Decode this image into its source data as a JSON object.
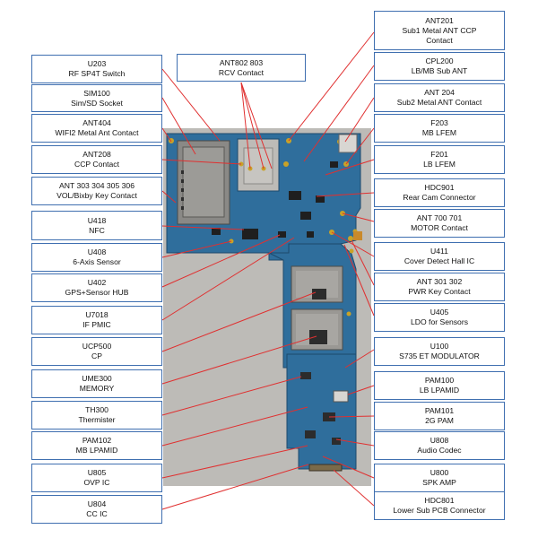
{
  "callouts": [
    {
      "id": "u203",
      "line1": "U203",
      "line2": "RF SP4T Switch"
    },
    {
      "id": "sim100",
      "line1": "SIM100",
      "line2": "Sim/SD Socket"
    },
    {
      "id": "ant404",
      "line1": "ANT404",
      "line2": "WIFI2 Metal Ant Contact"
    },
    {
      "id": "ant208",
      "line1": "ANT208",
      "line2": "CCP Contact"
    },
    {
      "id": "ant303",
      "line1": "ANT 303 304 305 306",
      "line2": "VOL/Bixby Key Contact"
    },
    {
      "id": "u418",
      "line1": "U418",
      "line2": "NFC"
    },
    {
      "id": "u408",
      "line1": "U408",
      "line2": "6-Axis Sensor"
    },
    {
      "id": "u402",
      "line1": "U402",
      "line2": "GPS+Sensor HUB"
    },
    {
      "id": "u7018",
      "line1": "U7018",
      "line2": "IF PMIC"
    },
    {
      "id": "ucp500",
      "line1": "UCP500",
      "line2": "CP"
    },
    {
      "id": "ume300",
      "line1": "UME300",
      "line2": "MEMORY"
    },
    {
      "id": "th300",
      "line1": "TH300",
      "line2": "Thermister"
    },
    {
      "id": "pam102",
      "line1": "PAM102",
      "line2": "MB LPAMID"
    },
    {
      "id": "u805",
      "line1": "U805",
      "line2": "OVP IC"
    },
    {
      "id": "u804",
      "line1": "U804",
      "line2": "CC IC"
    },
    {
      "id": "ant802",
      "line1": "ANT802 803",
      "line2": "RCV Contact"
    },
    {
      "id": "ant201",
      "line1": "ANT201",
      "line2": "Sub1 Metal ANT CCP",
      "line3": "Contact"
    },
    {
      "id": "cpl200",
      "line1": "CPL200",
      "line2": "LB/MB Sub ANT"
    },
    {
      "id": "ant204",
      "line1": "ANT 204",
      "line2": "Sub2 Metal ANT Contact"
    },
    {
      "id": "f203",
      "line1": "F203",
      "line2": "MB LFEM"
    },
    {
      "id": "f201",
      "line1": "F201",
      "line2": "LB LFEM"
    },
    {
      "id": "hdc901",
      "line1": "HDC901",
      "line2": "Rear Cam Connector"
    },
    {
      "id": "ant700",
      "line1": "ANT 700 701",
      "line2": "MOTOR Contact"
    },
    {
      "id": "u411",
      "line1": "U411",
      "line2": "Cover Detect Hall IC"
    },
    {
      "id": "ant301",
      "line1": "ANT 301 302",
      "line2": "PWR Key Contact"
    },
    {
      "id": "u405",
      "line1": "U405",
      "line2": "LDO for Sensors"
    },
    {
      "id": "u100",
      "line1": "U100",
      "line2": "S735 ET MODULATOR"
    },
    {
      "id": "pam100",
      "line1": "PAM100",
      "line2": "LB LPAMID"
    },
    {
      "id": "pam101",
      "line1": "PAM101",
      "line2": "2G PAM"
    },
    {
      "id": "u808",
      "line1": "U808",
      "line2": "Audio Codec"
    },
    {
      "id": "u800",
      "line1": "U800",
      "line2": "SPK AMP"
    },
    {
      "id": "hdc801",
      "line1": "HDC801",
      "line2": "Lower Sub PCB Connector"
    }
  ],
  "colors": {
    "border": "#3f6fb0",
    "leader": "#e03030",
    "pcb": "#2f6f9e",
    "photo_bg": "#b9b7b3"
  }
}
